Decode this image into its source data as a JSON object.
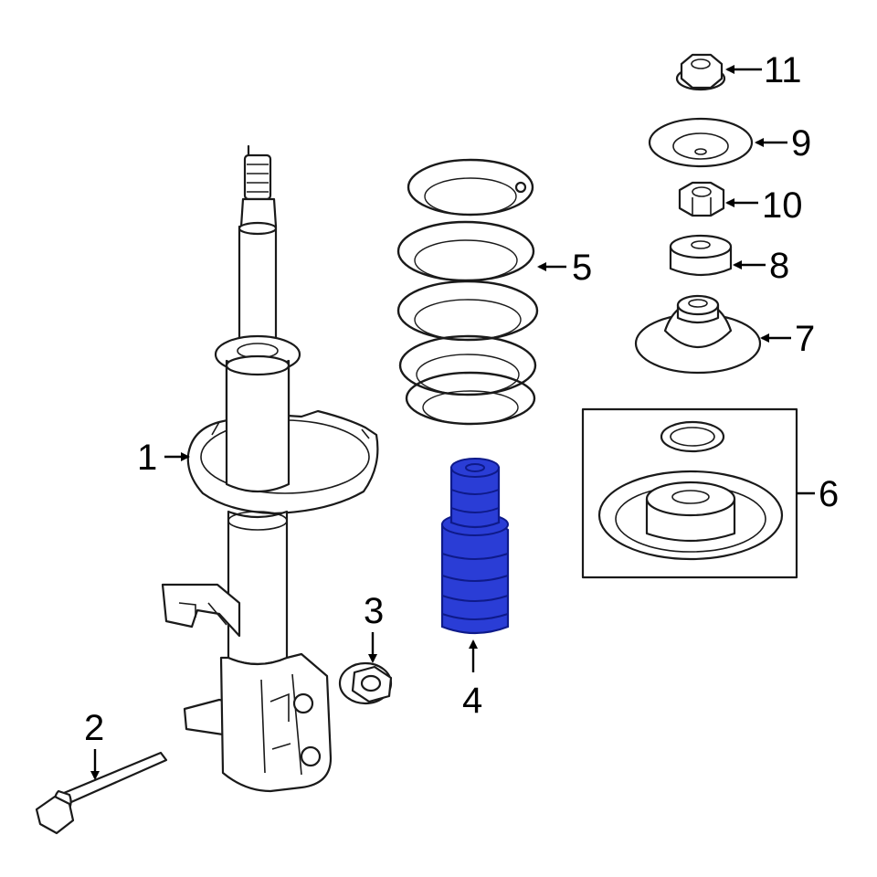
{
  "colors": {
    "line": "#1a1a1a",
    "highlight": "#2a3dd6",
    "highlight_dark": "#0e1a8a",
    "background": "#ffffff"
  },
  "callouts": [
    {
      "id": "1",
      "label": "1",
      "part": "strut-assembly"
    },
    {
      "id": "2",
      "label": "2",
      "part": "bolt"
    },
    {
      "id": "3",
      "label": "3",
      "part": "flange-nut"
    },
    {
      "id": "4",
      "label": "4",
      "part": "bump-stop"
    },
    {
      "id": "5",
      "label": "5",
      "part": "coil-spring"
    },
    {
      "id": "6",
      "label": "6",
      "part": "strut-mount-kit"
    },
    {
      "id": "7",
      "label": "7",
      "part": "strut-mount"
    },
    {
      "id": "8",
      "label": "8",
      "part": "bushing"
    },
    {
      "id": "9",
      "label": "9",
      "part": "washer"
    },
    {
      "id": "10",
      "label": "10",
      "part": "hex-nut"
    },
    {
      "id": "11",
      "label": "11",
      "part": "top-nut"
    }
  ]
}
